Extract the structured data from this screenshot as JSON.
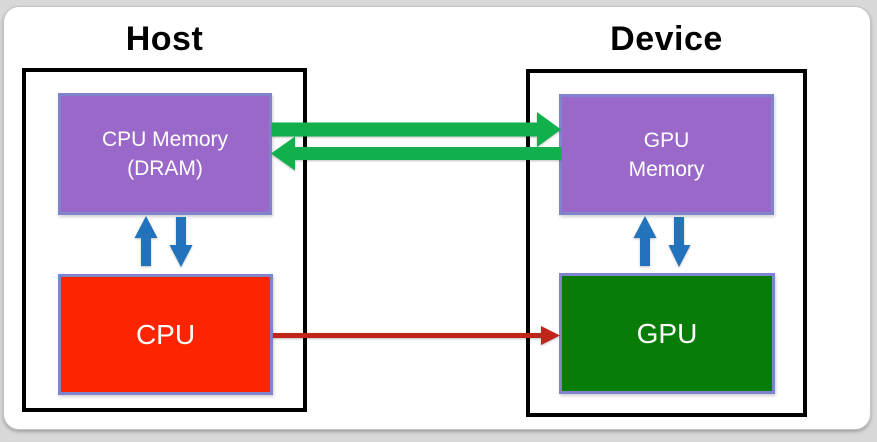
{
  "colors": {
    "page_bg": "#d8d8d8",
    "card_bg": "#ffffff",
    "container_outline": "#000000",
    "node_border": "#8084cc",
    "memory_fill": "#9a68c9",
    "cpu_fill": "#fd2402",
    "gpu_fill": "#077c07",
    "node_text": "#ffffff",
    "title_text": "#000000",
    "transfer_arrow": "#12b04c",
    "bus_arrow": "#2273bb",
    "launch_arrow": "#c0251a"
  },
  "diagram": {
    "host": {
      "title": "Host",
      "memory": {
        "line1": "CPU Memory",
        "line2": "(DRAM)"
      },
      "processor": {
        "label": "CPU"
      }
    },
    "device": {
      "title": "Device",
      "memory": {
        "line1": "GPU",
        "line2": "Memory"
      },
      "processor": {
        "label": "GPU"
      }
    },
    "arrows": [
      {
        "name": "host-to-device-copy",
        "from": "CPU Memory (DRAM)",
        "to": "GPU Memory",
        "color_key": "transfer_arrow",
        "direction": "right"
      },
      {
        "name": "device-to-host-copy",
        "from": "GPU Memory",
        "to": "CPU Memory (DRAM)",
        "color_key": "transfer_arrow",
        "direction": "left"
      },
      {
        "name": "cpu-to-cpu-memory",
        "from": "CPU",
        "to": "CPU Memory (DRAM)",
        "color_key": "bus_arrow",
        "direction": "up"
      },
      {
        "name": "cpu-memory-to-cpu",
        "from": "CPU Memory (DRAM)",
        "to": "CPU",
        "color_key": "bus_arrow",
        "direction": "down"
      },
      {
        "name": "gpu-to-gpu-memory",
        "from": "GPU",
        "to": "GPU Memory",
        "color_key": "bus_arrow",
        "direction": "up"
      },
      {
        "name": "gpu-memory-to-gpu",
        "from": "GPU Memory",
        "to": "GPU",
        "color_key": "bus_arrow",
        "direction": "down"
      },
      {
        "name": "cpu-to-gpu-launch",
        "from": "CPU",
        "to": "GPU",
        "color_key": "launch_arrow",
        "direction": "right"
      }
    ]
  }
}
